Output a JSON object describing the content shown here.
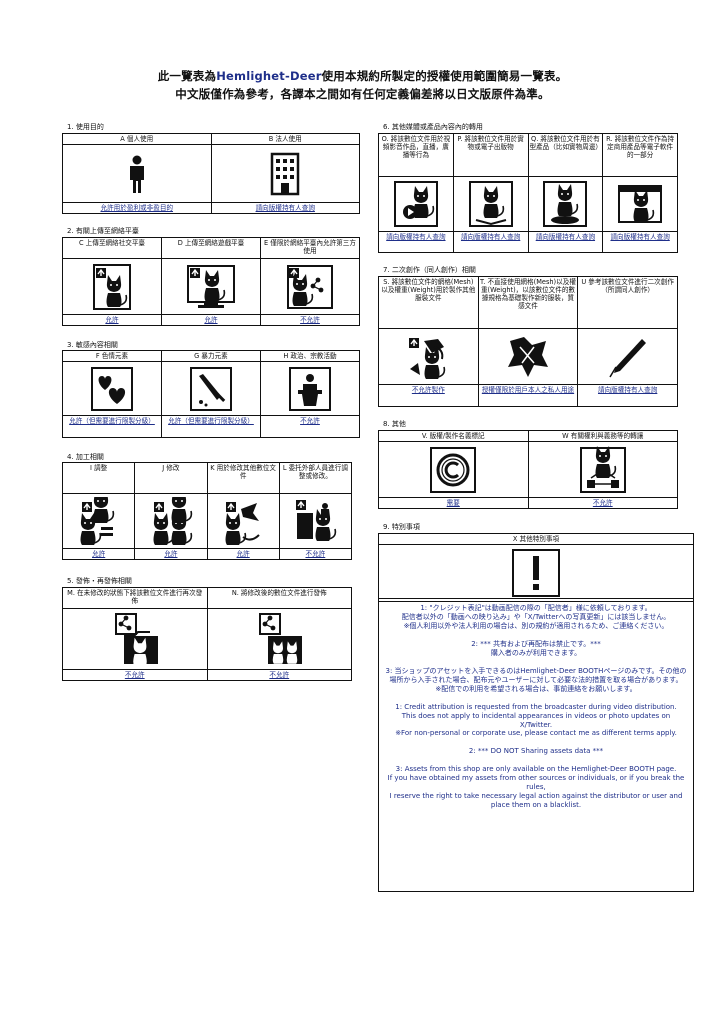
{
  "header": {
    "line1_prefix": "此一覽表為",
    "line1_brand": "Hemlighet-Deer",
    "line1_suffix": "使用本規約所製定的授權使用範圍簡易一覽表。",
    "line2": "中文版僅作為參考，各譯本之間如有任何定義偏差將以日文版原件為準。"
  },
  "sections": {
    "s1": {
      "label": "1. 使用目的",
      "cols": [
        {
          "head": "A 個人使用",
          "icon": "person-icon",
          "perm": "允許用於盈利或非盈目的"
        },
        {
          "head": "B 法人使用",
          "icon": "building-icon",
          "perm": "請向版權持有人查詢"
        }
      ]
    },
    "s2": {
      "label": "2. 有關上傳至網絡平臺",
      "cols": [
        {
          "head": "C 上傳至網絡社交平臺",
          "icon": "upload-cat-icon",
          "perm": "允許"
        },
        {
          "head": "D 上傳至網絡遊戲平臺",
          "icon": "game-screen-cat-icon",
          "perm": "允許"
        },
        {
          "head": "E 僅限於網絡平臺內允許第三方使用",
          "icon": "share-cat-icon",
          "perm": "不允許"
        }
      ]
    },
    "s3": {
      "label": "3. 敏感內容相關",
      "cols": [
        {
          "head": "F 色情元素",
          "icon": "hearts-icon",
          "perm": "允許（但需要進行限製分級）"
        },
        {
          "head": "G 暴力元素",
          "icon": "knife-icon",
          "perm": "允許（但需要進行限製分級）"
        },
        {
          "head": "H 政治、宗教活動",
          "icon": "podium-icon",
          "perm": "不允許"
        }
      ]
    },
    "s4": {
      "label": "4. 加工相關",
      "cols": [
        {
          "head": "I 調整",
          "icon": "adjust-equal-icon",
          "perm": "允許"
        },
        {
          "head": "J 修改",
          "icon": "modify-cats-icon",
          "perm": "允許"
        },
        {
          "head": "K 用於修改其他數位文件",
          "icon": "ribbon-cat-icon",
          "perm": "允許"
        },
        {
          "head": "L 委托外部人員進行調整或修改。",
          "icon": "outsource-cat-icon",
          "perm": "不允許"
        }
      ]
    },
    "s5": {
      "label": "5. 發佈・再發佈相關",
      "cols": [
        {
          "head": "M. 在未修改的狀態下將該數位文件進行再次發佈",
          "icon": "redistribute-icon",
          "perm": "不允許"
        },
        {
          "head": "N. 將修改後的數位文件進行發佈",
          "icon": "redistribute-modified-icon",
          "perm": "不允許"
        }
      ]
    },
    "s6": {
      "label": "6. 其他媒體或產品內容內的轉用",
      "cols": [
        {
          "head": "O. 將該數位文件用於視頻影音作品，直播，廣播等行為",
          "icon": "video-cat-icon",
          "perm": "請向版權持有人查詢"
        },
        {
          "head": "P. 將該數位文件用於實物或電子出版物",
          "icon": "book-cat-icon",
          "perm": "請向版權持有人查詢"
        },
        {
          "head": "Q. 將該數位文件用於有型產品（比如實物周邊）",
          "icon": "figure-cat-icon",
          "perm": "請向版權持有人查詢"
        },
        {
          "head": "R. 將該數位文件作為持定商用產品等電子軟件的一部分",
          "icon": "window-cat-icon",
          "perm": "請向版權持有人查詢"
        }
      ]
    },
    "s7": {
      "label": "7. 二次創作（同人創作）相關",
      "cols": [
        {
          "head": "S. 將該數位文件的網格(Mesh)以及權重(Weight)用於製作其他服裝文件",
          "icon": "mesh-clothes-icon",
          "perm": "不允許製作"
        },
        {
          "head": "T. 不直接使用網格(Mesh)以及權重(Weight)，以該數位文件的數據規格為基礎製作新的服裝，質感文件",
          "icon": "fabric-icon",
          "perm": "授權僅限於用戶本人之私人用途"
        },
        {
          "head": "U 參考該數位文件進行二次創作（所謂同人創作）",
          "icon": "pen-icon",
          "perm": "請向版權持有人查詢"
        }
      ]
    },
    "s8": {
      "label": "8. 其他",
      "cols": [
        {
          "head": "V. 版權/製作名義標記",
          "icon": "copyright-icon",
          "perm": "需要"
        },
        {
          "head": "W 有關權利與義務等的轉讓",
          "icon": "transfer-cat-icon",
          "perm": "不允許"
        }
      ]
    },
    "s9": {
      "label": "9. 特別事項",
      "cols": [
        {
          "head": "X 其他特別事項",
          "icon": "exclamation-icon"
        }
      ]
    }
  },
  "notes": [
    "1: \"クレジット表記\"は動画配信の際の「配信者」様に依頼しております。\n配信者以外の「動画への映り込み」や「X/Twitterへの写真更新」には該当しません。\n※個人利用以外や法人利用の場合は、別の規約が適用されるため、ご連絡ください。",
    "2: *** 共有および再配布は禁止です。***\n購入者のみが利用できます。",
    "3: 当ショップのアセットを入手できるのはHemlighet-Deer BOOTHページのみです。その他の場所から入手された場合、配布元やユーザーに対して必要な法的措置を取る場合があります。\n※配信での利用を希望される場合は、事前連絡をお願いします。",
    "1:  Credit attribution is requested from the broadcaster during video distribution.\nThis does not apply to incidental appearances in videos or photo updates on X/Twitter.\n※For non-personal or corporate use, please contact me as different terms apply.",
    "2: *** DO NOT Sharing assets data ***",
    "3: Assets from this shop are only available on the Hemlighet-Deer BOOTH page.\nIf you have obtained my assets from other sources or individuals, or if you break the rules,\nI reserve the right to take necessary legal action against the distributor or user and place them on a blacklist."
  ],
  "colors": {
    "accent_blue": "#1f2f8a",
    "ink": "#111111"
  }
}
